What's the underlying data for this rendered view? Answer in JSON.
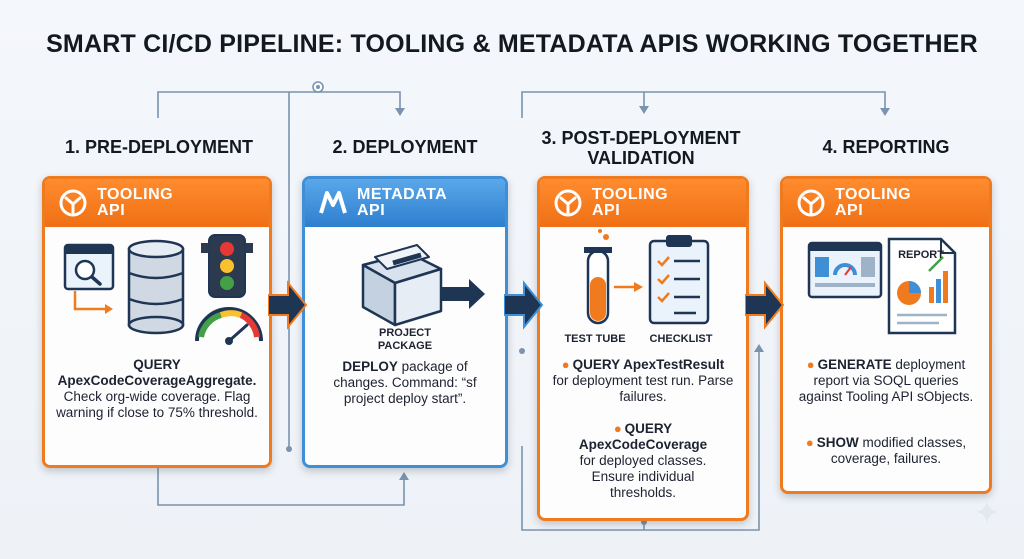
{
  "title": "SMART CI/CD PIPELINE: TOOLING & METADATA APIS WORKING TOGETHER",
  "stages": [
    {
      "label": "1. PRE-DEPLOYMENT",
      "api_line1": "TOOLING",
      "api_line2": "API",
      "desc_bold1": "QUERY",
      "desc_bold2": "ApexCodeCoverageAggregate.",
      "desc_rest": "Check org-wide coverage. Flag warning if close to 75% threshold."
    },
    {
      "label": "2. DEPLOYMENT",
      "api_line1": "METADATA",
      "api_line2": "API",
      "caption": "PROJECT PACKAGE",
      "desc_bold": "DEPLOY",
      "desc_rest": " package of changes. Command: “sf project deploy start”."
    },
    {
      "label": "3. POST-DEPLOYMENT VALIDATION",
      "api_line1": "TOOLING",
      "api_line2": "API",
      "caption_left": "TEST TUBE",
      "caption_right": "CHECKLIST",
      "b1_bold": "QUERY ApexTestResult",
      "b1_rest": "for deployment test run. Parse failures.",
      "b2_bold": "QUERY ApexCodeCoverage",
      "b2_rest": "for deployed classes. Ensure individual thresholds."
    },
    {
      "label": "4. REPORTING",
      "api_line1": "TOOLING",
      "api_line2": "API",
      "report_text": "REPORT",
      "b1_bold": "GENERATE",
      "b1_rest": " deployment report via SOQL queries against Tooling API sObjects.",
      "b2_bold": "SHOW",
      "b2_rest": " modified classes, coverage, failures."
    }
  ],
  "colors": {
    "orange": "#f07b1f",
    "blue": "#3f8fd6",
    "navy": "#1f3554",
    "connector": "#6d89a8"
  }
}
